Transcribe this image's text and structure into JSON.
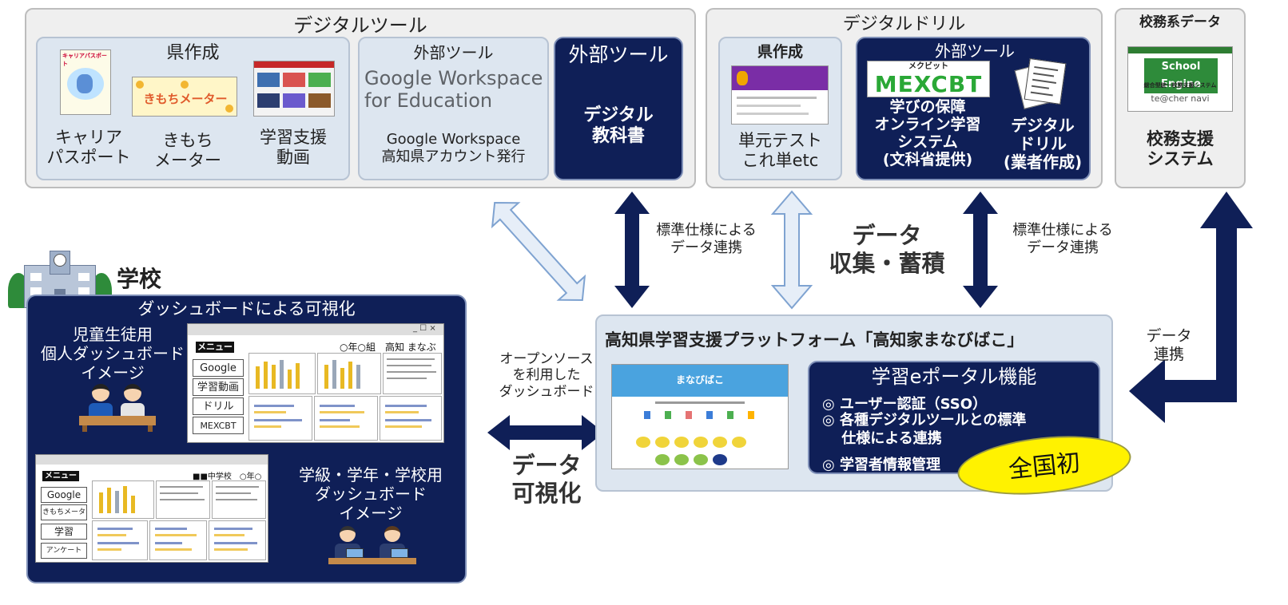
{
  "digital_tools": {
    "title": "デジタルツール",
    "pref_made": {
      "title": "県作成",
      "items": [
        "キャリア\nパスポート",
        "きもち\nメーター",
        "学習支援\n動画"
      ],
      "thumb_text": [
        "キャリアパスポート",
        "きもちメーター"
      ]
    },
    "external_google": {
      "title": "外部ツール",
      "logo_line1": "Google Workspace",
      "logo_line2": "for Education",
      "caption": "Google Workspace\n高知県アカウント発行"
    },
    "external_textbook": {
      "title": "外部ツール",
      "label": "デジタル\n教科書"
    }
  },
  "digital_drill": {
    "title": "デジタルドリル",
    "pref_made": {
      "title": "県作成",
      "label": "単元テスト\nこれ単etc"
    },
    "external": {
      "title": "外部ツール",
      "mexcbt_small": "メクビット",
      "mexcbt": "MEXCBT",
      "mexcbt_label": "学びの保障\nオンライン学習\nシステム\n(文科省提供)",
      "drill_label": "デジタル\nドリル\n(業者作成)"
    }
  },
  "school_data": {
    "title": "校務系データ",
    "logo_text": "School Engine",
    "logo_sub": "総合型統一校務支援システム",
    "logo_brand": "te@cher navi",
    "label": "校務支援\nシステム"
  },
  "connectors": {
    "standard_left": "標準仕様による\nデータ連携",
    "standard_right": "標準仕様による\nデータ連携",
    "collect": "データ\n収集・蓄積",
    "data_link": "データ\n連携",
    "open_source": "オープンソース\nを利用した\nダッシュボード",
    "visualize": "データ\n可視化"
  },
  "school": {
    "title": "学校",
    "panel_title": "ダッシュボードによる可視化",
    "student_label": "児童生徒用\n個人ダッシュボード\nイメージ",
    "class_label": "学級・学年・学校用\nダッシュボード\nイメージ",
    "dash1": {
      "menu": "メニュー",
      "header": "○年○組　高知 まなぶ",
      "buttons": [
        "Google",
        "学習動画",
        "ドリル",
        "MEXCBT"
      ]
    },
    "dash2": {
      "menu": "メニュー",
      "header": "■■中学校　○年○組",
      "buttons": [
        "Google",
        "きもちメーター",
        "学習",
        "アンケート"
      ]
    }
  },
  "platform": {
    "title": "高知県学習支援プラットフォーム「高知家まなびばこ」",
    "portal_title": "学習eポータル機能",
    "portal_items": [
      "◎ ユーザー認証（SSO）",
      "◎ 各種デジタルツールとの標準\n　 仕様による連携",
      "◎ 学習者情報管理"
    ],
    "badge": "全国初",
    "screenshot_title": "まなびばこ"
  },
  "colors": {
    "navy": "#0f1f57",
    "light_arrow": "#bcd3ee",
    "badge": "#fff200"
  }
}
